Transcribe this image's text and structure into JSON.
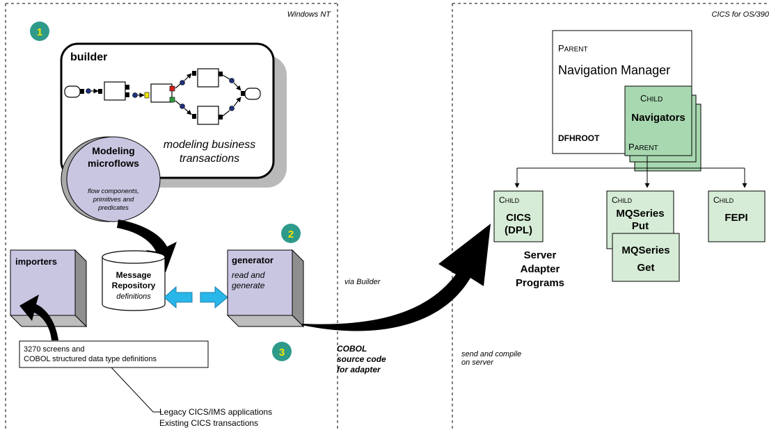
{
  "regions": {
    "left_label": "Windows NT",
    "right_label": "CICS for OS/390"
  },
  "steps": [
    "1",
    "2",
    "3"
  ],
  "builder": {
    "title": "builder",
    "caption_line1": "modeling business",
    "caption_line2": "transactions"
  },
  "microflows": {
    "title_line1": "Modeling",
    "title_line2": "microflows",
    "sub_line1": "flow components,",
    "sub_line2": "primitives and",
    "sub_line3": "predicates"
  },
  "importers": {
    "title": "importers"
  },
  "repository": {
    "line1": "Message",
    "line2": "Repository",
    "line3": "definitions"
  },
  "generator": {
    "title": "generator",
    "line1": "read and",
    "line2": "generate"
  },
  "sources": {
    "line1": "3270 screens and",
    "line2": "COBOL structured data type definitions"
  },
  "legacy": {
    "line1": "Legacy CICS/IMS applications",
    "line2": "Existing CICS transactions"
  },
  "via_builder": "via Builder",
  "cobol": {
    "line1": "COBOL",
    "line2": "source code",
    "line3": "for adapter"
  },
  "send_compile": {
    "line1": "send and compile",
    "line2": "on server"
  },
  "nav_manager": {
    "parent_cap": "P",
    "parent_rest": "ARENT",
    "title": "Navigation Manager",
    "code": "DFHROOT"
  },
  "navigators": {
    "child_cap": "C",
    "child_rest": "HILD",
    "title": "Navigators",
    "parent_cap": "P",
    "parent_rest": "ARENT"
  },
  "adapters": {
    "cics": {
      "child_cap": "C",
      "child_rest": "HILD",
      "line1": "CICS",
      "line2": "(DPL)"
    },
    "mq_put": {
      "child_cap": "C",
      "child_rest": "HILD",
      "line1": "MQSeries",
      "line2": "Put"
    },
    "mq_get": {
      "line1": "MQSeries",
      "line2": "Get"
    },
    "fepi": {
      "child_cap": "C",
      "child_rest": "HILD",
      "line1": "FEPI"
    }
  },
  "server_adapter": {
    "line1": "Server",
    "line2": "Adapter",
    "line3": "Programs"
  },
  "colors": {
    "step_circle": "#2e9a8a",
    "step_text": "#f2e600",
    "lavender": "#c9c6e2",
    "green_light": "#d6ecd6",
    "green_mid": "#a8d8b0",
    "arrow_blue": "#29b6e8",
    "flow_dot": "#1f2f7a"
  }
}
